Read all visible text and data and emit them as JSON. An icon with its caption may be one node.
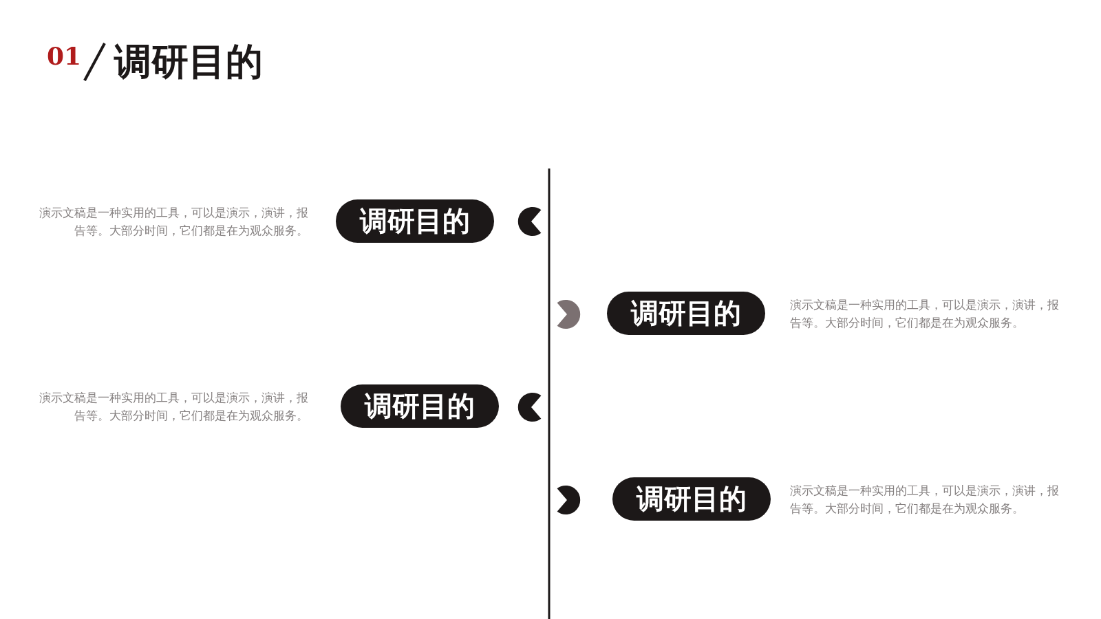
{
  "diagram": {
    "title": "调研目的",
    "nodes": [
      {
        "text": [
          "调研目的"
        ],
        "beside": [
          "演示文稿是一种实用的工具，可以是演示，演讲，报告等。大部分时间，它们都是在为观众服务。"
        ]
      },
      {
        "text": [
          "调研目的"
        ],
        "beside": [
          "演示文稿是一种实用的工具，可以是演示，演讲，报告等。大部分时间，它们都是在为观众服务。"
        ]
      },
      {
        "text": [
          "调研目的"
        ],
        "beside": [
          "演示文稿是一种实用的工具，可以是演示，演讲，报告等。大部分时间，它们都是在为观众服务。"
        ]
      },
      {
        "text": [
          "调研目的"
        ],
        "beside": [
          "演示文稿是一种实用的工具，可以是演示，演讲，报告等。大部分时间，它们都是在为观众服务。"
        ]
      }
    ],
    "edges": [],
    "labels": [
      "01"
    ]
  }
}
